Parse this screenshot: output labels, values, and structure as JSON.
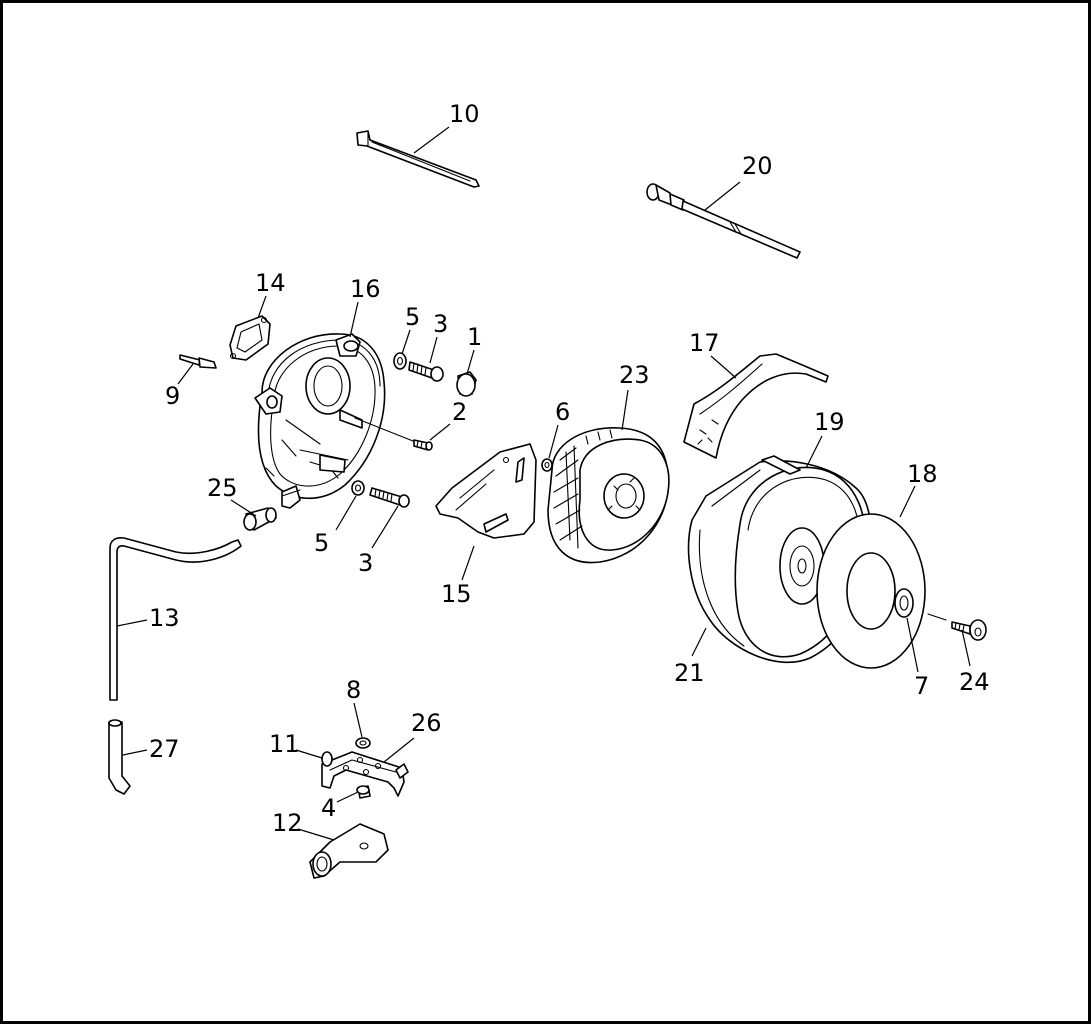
{
  "colors": {
    "background": "#ffffff",
    "line": "#000000"
  },
  "callouts": {
    "c1": "1",
    "c2": "2",
    "c3a": "3",
    "c3b": "3",
    "c4": "4",
    "c5a": "5",
    "c5b": "5",
    "c6": "6",
    "c7": "7",
    "c8": "8",
    "c9": "9",
    "c10": "10",
    "c11": "11",
    "c12": "12",
    "c13": "13",
    "c14": "14",
    "c15": "15",
    "c16": "16",
    "c17": "17",
    "c18": "18",
    "c19": "19",
    "c20": "20",
    "c21": "21",
    "c23": "23",
    "c24": "24",
    "c25": "25",
    "c26": "26",
    "c27": "27"
  }
}
